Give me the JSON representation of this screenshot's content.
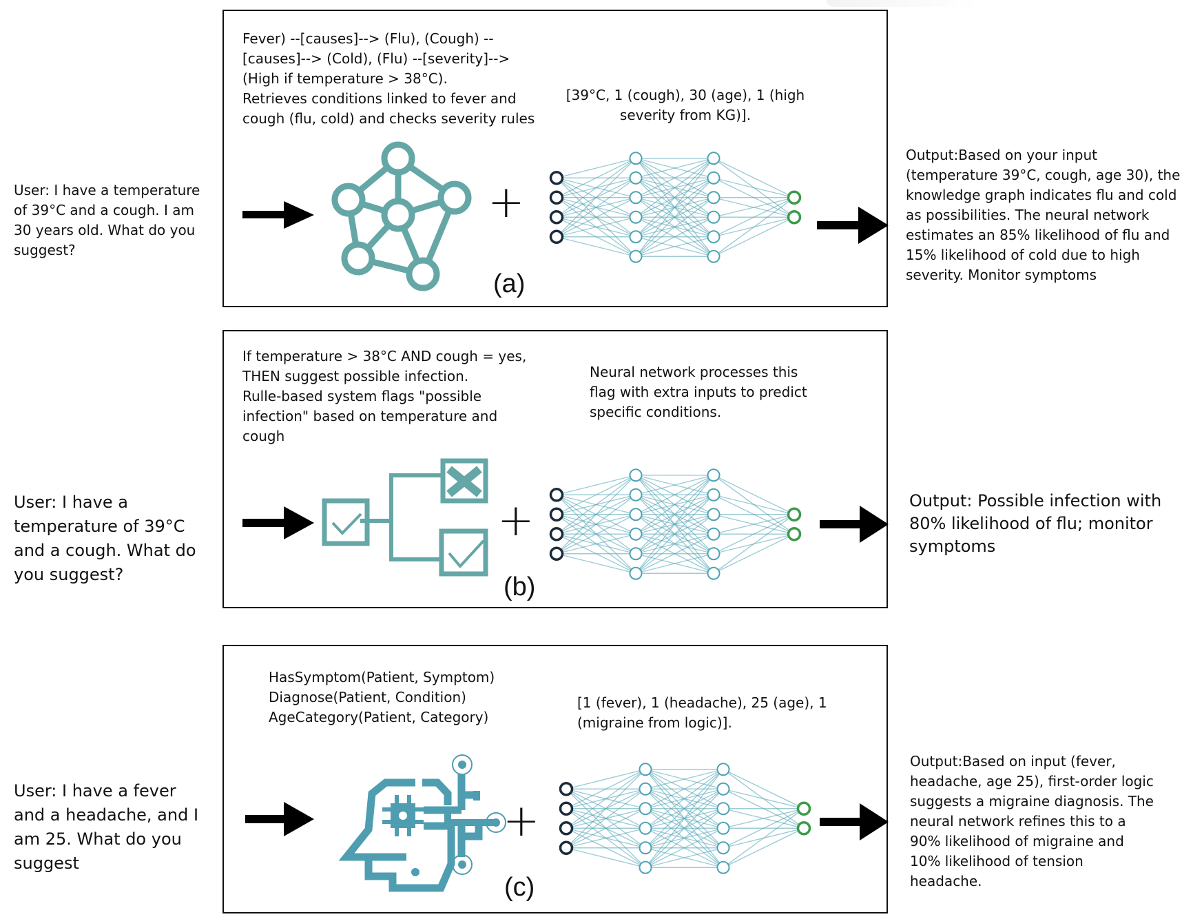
{
  "colors": {
    "teal": "#65a6a6",
    "nn_edge": "#4ea3b3",
    "nn_hidden": "#4ea3b3",
    "nn_input": "#1c2b3a",
    "nn_output": "#3c9a4a",
    "head_icon": "#4f9db0",
    "arrow": "#000000"
  },
  "panels": [
    {
      "id": "a",
      "label": "(a)",
      "user_query": "User: I have a temperature\nof 39°C and a cough. I am\n30 years old. What do you\nsuggest?",
      "symbolic_text": "Fever) --[causes]--> (Flu), (Cough) --\n[causes]--> (Cold), (Flu) --[severity]-->\n(High if temperature > 38°C).\nRetrieves conditions linked to fever and\ncough (flu, cold) and checks severity rules",
      "neural_text": "[39°C, 1 (cough), 30 (age), 1 (high\nseverity from KG)].",
      "symbolic_icon": "knowledge-graph-icon",
      "output": "Output:Based on your input\n(temperature 39°C, cough, age 30), the\nknowledge graph indicates flu and cold\nas possibilities. The neural network\nestimates an 85% likelihood of flu and\n15% likelihood of cold due to high\nseverity. Monitor symptoms"
    },
    {
      "id": "b",
      "label": "(b)",
      "user_query": "User: I have a\ntemperature of 39°C\nand a cough. What do\nyou suggest?",
      "symbolic_text": "If temperature > 38°C AND cough = yes,\nTHEN suggest possible infection.\nRulle-based system flags \"possible\ninfection\" based on temperature and\ncough",
      "neural_text": "Neural network processes this\nflag with extra inputs to predict\nspecific conditions.",
      "symbolic_icon": "rule-tree-icon",
      "output": "Output: Possible infection with\n80% likelihood of flu; monitor\nsymptoms"
    },
    {
      "id": "c",
      "label": "(c)",
      "user_query": "User: I have a fever\nand a headache, and I\nam 25. What do you\nsuggest",
      "symbolic_text": "HasSymptom(Patient, Symptom)\nDiagnose(Patient, Condition)\nAgeCategory(Patient, Category)",
      "neural_text": "[1 (fever), 1 (headache), 25 (age), 1\n(migraine from logic)].",
      "symbolic_icon": "ai-head-circuit-icon",
      "output": "Output:Based on input (fever,\nheadache, age 25), first-order logic\nsuggests a migraine diagnosis. The\nneural network refines this to a\n90% likelihood of migraine and\n10% likelihood of tension\nheadache."
    }
  ],
  "plus_symbol": "+",
  "neural_network": {
    "layers": [
      4,
      6,
      6,
      2
    ]
  }
}
